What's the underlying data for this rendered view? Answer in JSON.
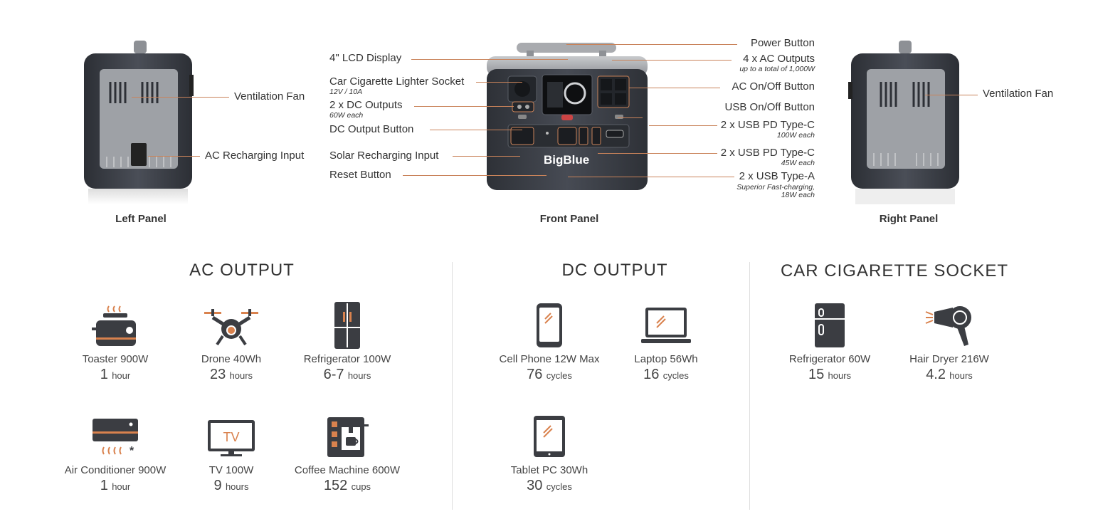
{
  "panels": {
    "left": {
      "caption": "Left Panel",
      "callouts": [
        "Ventilation Fan",
        "AC Recharging Input"
      ]
    },
    "front": {
      "caption": "Front Panel",
      "brand": "BigBlue"
    },
    "right": {
      "caption": "Right Panel",
      "callouts": [
        "Ventilation Fan"
      ]
    }
  },
  "front_callouts_left": [
    {
      "text": "4\" LCD Display",
      "sub": ""
    },
    {
      "text": "Car Cigarette Lighter Socket",
      "sub": "12V / 10A"
    },
    {
      "text": "2 x DC Outputs",
      "sub": "60W each"
    },
    {
      "text": "DC Output Button",
      "sub": ""
    },
    {
      "text": "Solar Recharging Input",
      "sub": ""
    },
    {
      "text": "Reset Button",
      "sub": ""
    }
  ],
  "front_callouts_right": [
    {
      "text": "Power Button",
      "sub": ""
    },
    {
      "text": "4 x AC Outputs",
      "sub": "up to a total of 1,000W"
    },
    {
      "text": "AC On/Off Button",
      "sub": ""
    },
    {
      "text": "USB On/Off Button",
      "sub": ""
    },
    {
      "text": "2 x USB PD Type-C",
      "sub": "100W each"
    },
    {
      "text": "2 x USB PD Type-C",
      "sub": "45W each"
    },
    {
      "text": "2 x USB Type-A",
      "sub": "Superior Fast-charging,",
      "sub2": "18W each"
    }
  ],
  "sections": [
    {
      "title": "AC OUTPUT",
      "items": [
        {
          "icon": "toaster-icon",
          "label": "Toaster 900W",
          "value": "1",
          "unit": "hour"
        },
        {
          "icon": "drone-icon",
          "label": "Drone 40Wh",
          "value": "23",
          "unit": "hours"
        },
        {
          "icon": "refrigerator-icon",
          "label": "Refrigerator 100W",
          "value": "6-7",
          "unit": "hours"
        },
        {
          "icon": "air-conditioner-icon",
          "label": "Air Conditioner 900W",
          "value": "1",
          "unit": "hour"
        },
        {
          "icon": "tv-icon",
          "label": "TV 100W",
          "value": "9",
          "unit": "hours",
          "icon_text": "TV"
        },
        {
          "icon": "coffee-machine-icon",
          "label": "Coffee Machine 600W",
          "value": "152",
          "unit": "cups"
        }
      ]
    },
    {
      "title": "DC OUTPUT",
      "items": [
        {
          "icon": "cell-phone-icon",
          "label": "Cell Phone 12W Max",
          "value": "76",
          "unit": "cycles"
        },
        {
          "icon": "laptop-icon",
          "label": "Laptop 56Wh",
          "value": "16",
          "unit": "cycles"
        },
        {
          "icon": "tablet-icon",
          "label": "Tablet PC 30Wh",
          "value": "30",
          "unit": "cycles"
        }
      ]
    },
    {
      "title": "CAR CIGARETTE SOCKET",
      "items": [
        {
          "icon": "mini-fridge-icon",
          "label": "Refrigerator 60W",
          "value": "15",
          "unit": "hours"
        },
        {
          "icon": "hair-dryer-icon",
          "label": "Hair Dryer 216W",
          "value": "4.2",
          "unit": "hours"
        }
      ]
    }
  ],
  "colors": {
    "accent": "#c9835a",
    "device_dark": "#3c4049",
    "device_grey": "#a9abaf",
    "icon_dark": "#3b3d42",
    "icon_orange": "#d9824e"
  }
}
